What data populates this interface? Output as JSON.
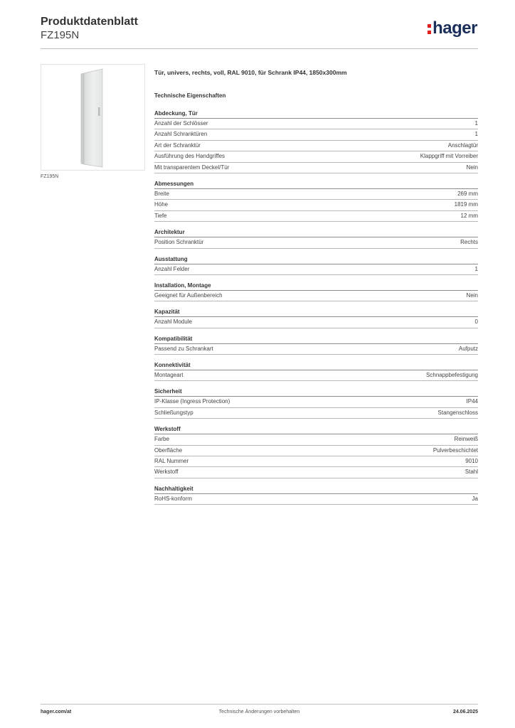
{
  "header": {
    "title": "Produktdatenblatt",
    "subtitle": "FZ195N",
    "logo_text": "hager",
    "brand_color": "#1b2f5b",
    "accent_color": "#e2211c"
  },
  "product": {
    "image_caption": "FZ195N",
    "description": "Tür, univers, rechts, voll, RAL 9010, für Schrank IP44, 1850x300mm"
  },
  "tech_heading": "Technische Eigenschaften",
  "groups": [
    {
      "title": "Abdeckung, Tür",
      "rows": [
        {
          "label": "Anzahl der Schlösser",
          "value": "1"
        },
        {
          "label": "Anzahl Schranktüren",
          "value": "1"
        },
        {
          "label": "Art der Schranktür",
          "value": "Anschlagtür"
        },
        {
          "label": "Ausführung des Handgriffes",
          "value": "Klappgriff mit Vorreiber"
        },
        {
          "label": "Mit transparentem Deckel/Tür",
          "value": "Nein"
        }
      ]
    },
    {
      "title": "Abmessungen",
      "rows": [
        {
          "label": "Breite",
          "value": "269 mm"
        },
        {
          "label": "Höhe",
          "value": "1819 mm"
        },
        {
          "label": "Tiefe",
          "value": "12 mm"
        }
      ]
    },
    {
      "title": "Architektur",
      "rows": [
        {
          "label": "Position Schranktür",
          "value": "Rechts"
        }
      ]
    },
    {
      "title": "Ausstattung",
      "rows": [
        {
          "label": "Anzahl Felder",
          "value": "1"
        }
      ]
    },
    {
      "title": "Installation, Montage",
      "rows": [
        {
          "label": "Geeignet für Außenbereich",
          "value": "Nein"
        }
      ]
    },
    {
      "title": "Kapazität",
      "rows": [
        {
          "label": "Anzahl Module",
          "value": "0"
        }
      ]
    },
    {
      "title": "Kompatibilität",
      "rows": [
        {
          "label": "Passend zu Schrankart",
          "value": "Aufputz"
        }
      ]
    },
    {
      "title": "Konnektivität",
      "rows": [
        {
          "label": "Montageart",
          "value": "Schnappbefestigung"
        }
      ]
    },
    {
      "title": "Sicherheit",
      "rows": [
        {
          "label": "IP-Klasse (Ingress Protection)",
          "value": "IP44"
        },
        {
          "label": "Schließungstyp",
          "value": "Stangenschloss"
        }
      ]
    },
    {
      "title": "Werkstoff",
      "rows": [
        {
          "label": "Farbe",
          "value": "Reinweiß"
        },
        {
          "label": "Oberfläche",
          "value": "Pulverbeschichtet"
        },
        {
          "label": "RAL Nummer",
          "value": "9010"
        },
        {
          "label": "Werkstoff",
          "value": "Stahl"
        }
      ]
    },
    {
      "title": "Nachhaltigkeit",
      "rows": [
        {
          "label": "RoHS-konform",
          "value": "Ja"
        }
      ]
    }
  ],
  "footer": {
    "website": "hager.com/at",
    "note": "Technische Änderungen vorbehalten",
    "date": "24.06.2025"
  }
}
